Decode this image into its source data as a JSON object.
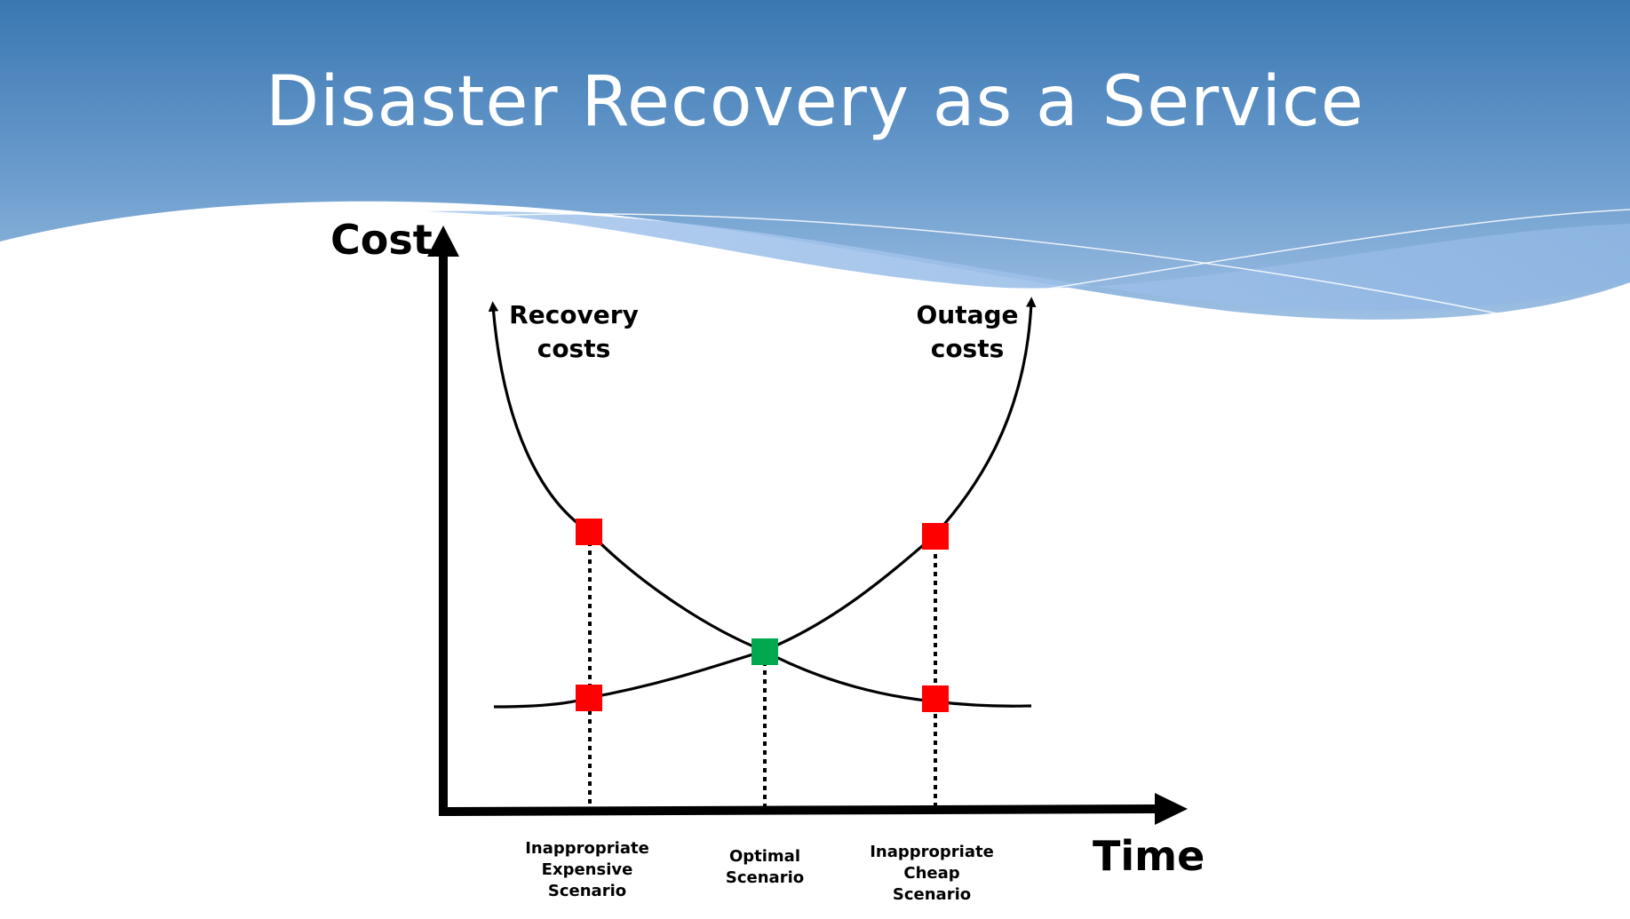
{
  "slide": {
    "title": "Disaster Recovery as a Service"
  },
  "diagram": {
    "y_axis_label": "Cost",
    "x_axis_label": "Time",
    "curves": {
      "recovery": {
        "label_line1": "Recovery",
        "label_line2": "costs"
      },
      "outage": {
        "label_line1": "Outage",
        "label_line2": "costs"
      }
    },
    "scenarios": {
      "expensive": {
        "line1": "Inappropriate",
        "line2": "Expensive",
        "line3": "Scenario"
      },
      "optimal": {
        "line1": "Optimal",
        "line2": "Scenario"
      },
      "cheap": {
        "line1": "Inappropriate",
        "line2": "Cheap",
        "line3": "Scenario"
      }
    },
    "colors": {
      "header_top": "#3a77b2",
      "header_light": "#a3c3ea",
      "bad_marker": "#ff0000",
      "optimal_marker": "#00a84f"
    }
  }
}
